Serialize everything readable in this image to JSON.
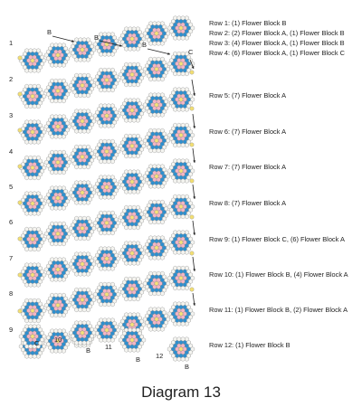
{
  "diagram": {
    "caption": "Diagram 13",
    "row_numbers": [
      "1",
      "2",
      "3",
      "4",
      "5",
      "6",
      "7",
      "8",
      "9",
      "10",
      "11",
      "12"
    ],
    "block_letters": {
      "row1": [
        "B",
        "B",
        "B",
        "C"
      ],
      "bottom": [
        "C",
        "B",
        "B",
        "B"
      ]
    },
    "row_descriptions": [
      "Row 1: (1) Flower Block B",
      "Row 2: (2) Flower Block A, (1) Flower Block B",
      "Row 3: (4) Flower Block A, (1) Flower Block B",
      "Row 4: (6) Flower Block A, (1) Flower Block C",
      "Row 5: (7) Flower Block A",
      "Row 6: (7) Flower Block A",
      "Row 7: (7) Flower Block A",
      "Row 8: (7) Flower Block A",
      "Row 9: (1) Flower Block C, (6) Flower Block A",
      "Row 10: (1) Flower Block B, (4) Flower Block A",
      "Row 11: (1) Flower Block B, (2) Flower Block A",
      "Row 12: (1) Flower Block B"
    ],
    "colors": {
      "hex_fill": "#f4f4f0",
      "hex_stroke": "#8a8a8a",
      "ring_blue": "#2e8fcf",
      "petal_pink": "#f4b5c4",
      "center_yellow": "#f5e27a",
      "corner_yellow": "#f3df72",
      "arrow": "#222222"
    }
  }
}
